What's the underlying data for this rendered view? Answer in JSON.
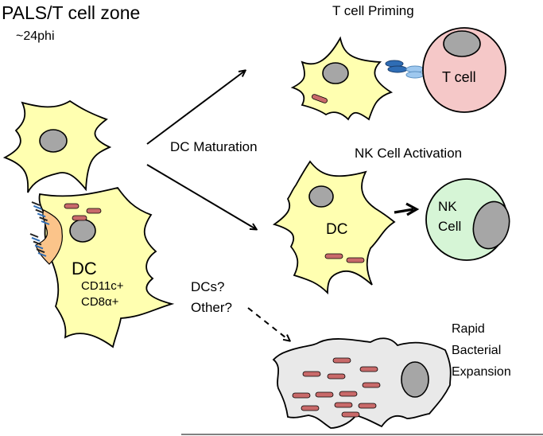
{
  "title": "PALS/T cell zone",
  "subtitle": "~24phi",
  "dc_label": "DC",
  "dc_markers": [
    "CD11c+",
    "CD8α+"
  ],
  "maturation_label": "DC Maturation",
  "question_lines": [
    "DCs?",
    "Other?"
  ],
  "priming_title": "T cell Priming",
  "tcell_label": "T cell",
  "nk_title": "NK Cell Activation",
  "mature_dc_label": "DC",
  "nk_cell_lines": [
    "NK",
    "Cell"
  ],
  "expansion_lines": [
    "Rapid",
    "Bacterial",
    "Expansion"
  ],
  "colors": {
    "dc_fill": "#ffffb0",
    "nucleus_fill": "#a6a6a6",
    "tcell_fill": "#f5c8c8",
    "nk_fill": "#d6f5d6",
    "infected_fill": "#e9e9e9",
    "bacteria_fill": "#c96a6a",
    "bacteria_cap": "#fbc48a",
    "receptor_fill": "#2f6db5",
    "receptor_light": "#9ec8ef"
  }
}
